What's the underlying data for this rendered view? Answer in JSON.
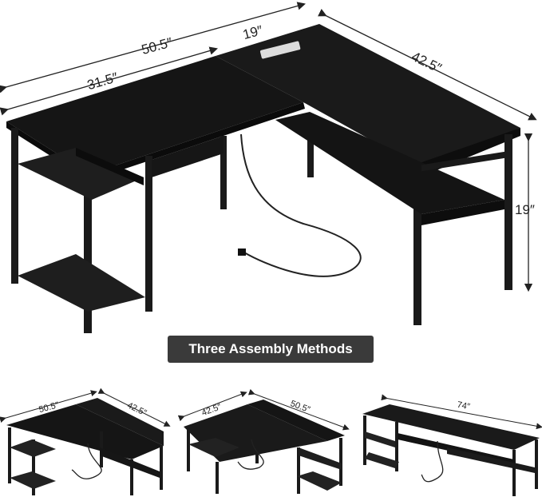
{
  "main_desk": {
    "dims": {
      "total_length": "50.5″",
      "left_section": "31.5″",
      "right_extension": "19″",
      "side_length": "42.5″",
      "height": "19″"
    }
  },
  "badge": {
    "label": "Three Assembly Methods"
  },
  "variants": [
    {
      "dim_a": "50.5″",
      "dim_b": "42.5″"
    },
    {
      "dim_a": "42.5″",
      "dim_b": "50.5″"
    },
    {
      "dim_a": "74″"
    }
  ],
  "colors": {
    "desk": "#1b1b1b",
    "desk_top": "#151515",
    "badge": "#3a3a3a",
    "dimension_line": "#222222"
  }
}
